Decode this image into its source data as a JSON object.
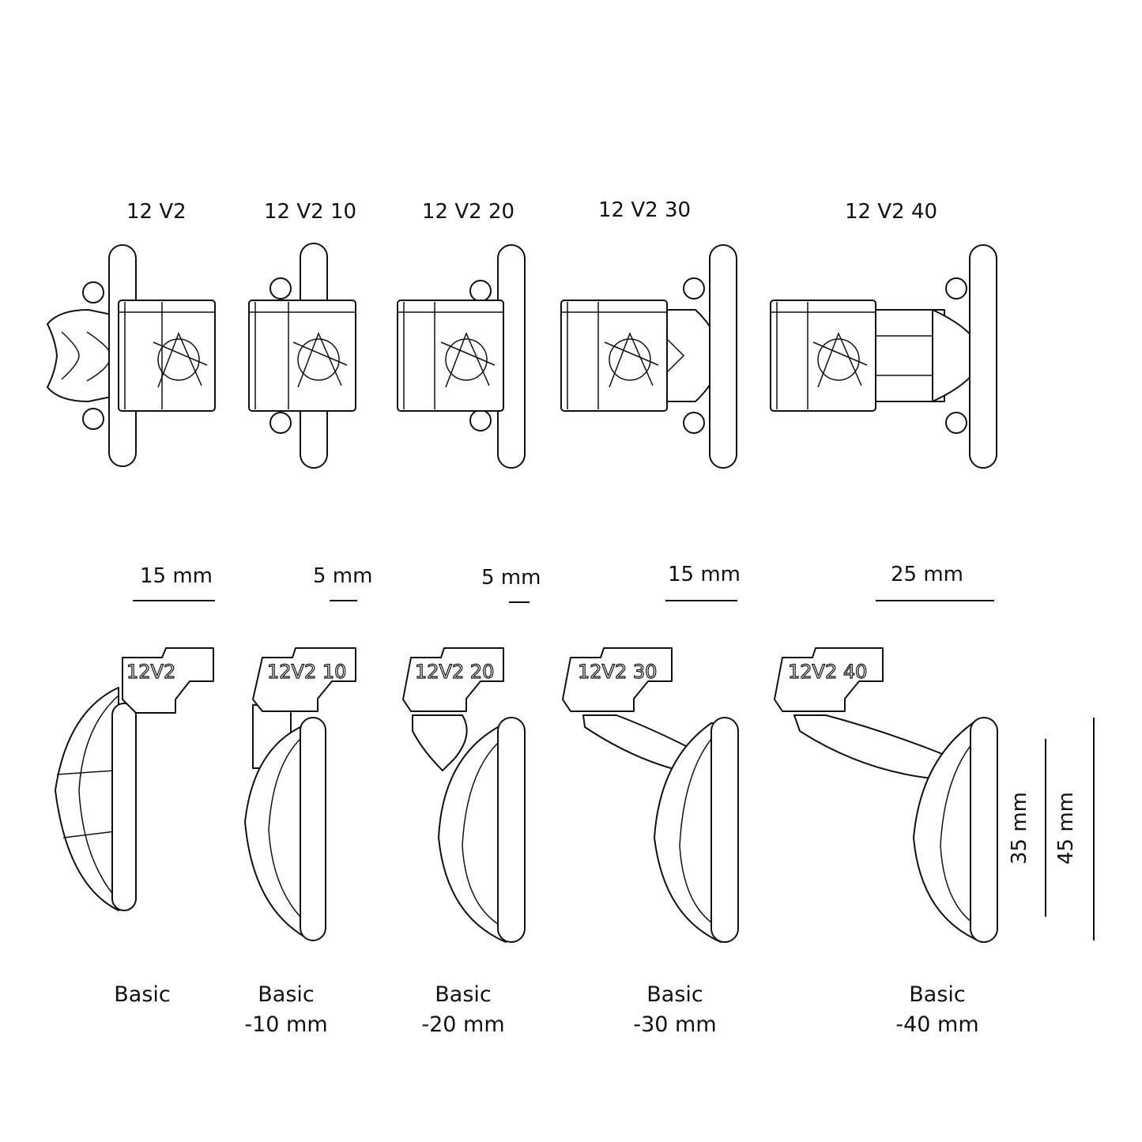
{
  "models": [
    {
      "title": "12 V2",
      "engraving": "12V2",
      "offset": "15 mm",
      "bottom1": "Basic",
      "bottom2": ""
    },
    {
      "title": "12 V2 10",
      "engraving": "12V2 10",
      "offset": "5 mm",
      "bottom1": "Basic",
      "bottom2": "-10 mm"
    },
    {
      "title": "12 V2 20",
      "engraving": "12V2 20",
      "offset": "5 mm",
      "bottom1": "Basic",
      "bottom2": "-20 mm"
    },
    {
      "title": "12 V2 30",
      "engraving": "12V2 30",
      "offset": "15 mm",
      "bottom1": "Basic",
      "bottom2": "-30 mm"
    },
    {
      "title": "12 V2 40",
      "engraving": "12V2 40",
      "offset": "25 mm",
      "bottom1": "Basic",
      "bottom2": "-40 mm"
    }
  ],
  "heights": [
    "35 mm",
    "45 mm"
  ],
  "colors": {
    "line": "#111111",
    "background": "#ffffff"
  }
}
